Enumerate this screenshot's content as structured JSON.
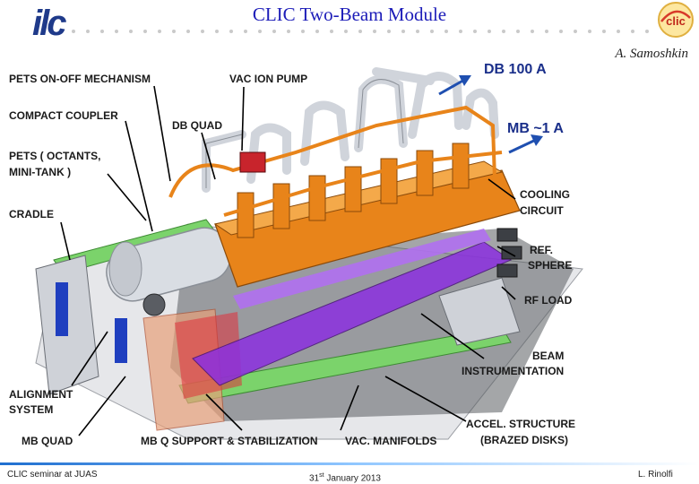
{
  "header": {
    "title": "CLIC Two-Beam Module",
    "author": "A. Samoshkin",
    "logo_left_text": "ilc",
    "logo_right_text": "clic"
  },
  "beams": {
    "db": "DB 100 A",
    "mb": "MB ~1 A"
  },
  "labels": {
    "pets_on_off": "PETS ON-OFF MECHANISM",
    "compact_coupler": "COMPACT COUPLER",
    "pets_line1": "PETS ( OCTANTS,",
    "pets_line2": "MINI-TANK )",
    "cradle": "CRADLE",
    "alignment_line1": "ALIGNMENT",
    "alignment_line2": "SYSTEM",
    "mb_quad": "MB QUAD",
    "vac_ion_pump": "VAC ION PUMP",
    "db_quad": "DB QUAD",
    "cooling_line1": "COOLING",
    "cooling_line2": "CIRCUIT",
    "ref_line1": "REF.",
    "ref_line2": "SPHERE",
    "rf_load": "RF LOAD",
    "beam_inst_line1": "BEAM",
    "beam_inst_line2": "INSTRUMENTATION",
    "accel_line1": "ACCEL. STRUCTURE",
    "accel_line2": "(BRAZED DISKS)",
    "mbq_support": "MB Q SUPPORT & STABILIZATION",
    "vac_manifolds": "VAC. MANIFOLDS"
  },
  "footer": {
    "left": "CLIC seminar at JUAS",
    "date_day": "31",
    "date_suffix": "st",
    "date_rest": " January 2013",
    "right": "L. Rinolfi"
  },
  "colors": {
    "title": "#1c1cb8",
    "pipes_orange": "#e8841a",
    "pipes_grey": "#d9dde3",
    "purple": "#8b2fe0",
    "green": "#7bd36b",
    "beam_arrow": "#1f4fb0"
  }
}
